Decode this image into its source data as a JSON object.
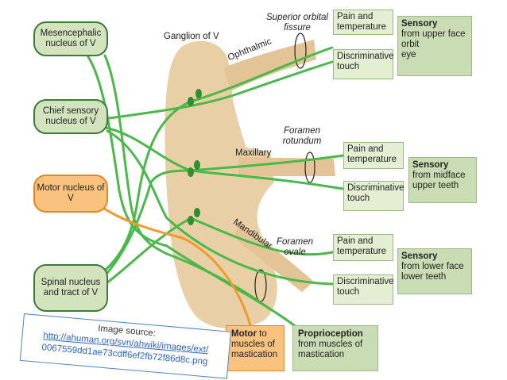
{
  "nuclei": {
    "mesencephalic": "Mesencephalic nucleus of V",
    "chief_sensory": "Chief sensory nucleus of V",
    "motor": "Motor nucleus of V",
    "spinal": "Spinal nucleus and tract of V"
  },
  "labels": {
    "ganglion": "Ganglion of V",
    "ophthalmic": "Ophthalmic",
    "maxillary": "Maxillary",
    "mandibular": "Mandibular",
    "superior_orbital_fissure_1": "Superior orbital",
    "superior_orbital_fissure_2": "fissure",
    "foramen_rotundum_1": "Foramen",
    "foramen_rotundum_2": "rotundum",
    "foramen_ovale_1": "Foramen",
    "foramen_ovale_2": "ovale"
  },
  "modalities": {
    "pain_temp": "Pain and temperature",
    "discriminative": "Discriminative touch"
  },
  "regions": {
    "upper": {
      "title": "Sensory",
      "lines": [
        "from upper face",
        "orbit",
        "eye"
      ]
    },
    "mid": {
      "title": "Sensory",
      "lines": [
        "from midface",
        "upper teeth"
      ]
    },
    "lower": {
      "title": "Sensory",
      "lines": [
        "from lower face",
        "lower teeth"
      ]
    }
  },
  "motor_box": {
    "title": "Motor",
    "rest": " to muscles of mastication"
  },
  "proprio_box": {
    "title": "Proprioception",
    "rest": "from muscles of mastication"
  },
  "source": {
    "heading": "Image source:",
    "url_line1": "http://ahuman.org/svn/ahwiki/images/ext/",
    "url_line2": "0067559dd1ae73cdff6ef2fb72f86d8c.png"
  },
  "colors": {
    "ganglion": "#e8cfa6",
    "nerve": "#e2c497",
    "fiber": "#4bb84a",
    "motor_fiber": "#f09a2c"
  }
}
